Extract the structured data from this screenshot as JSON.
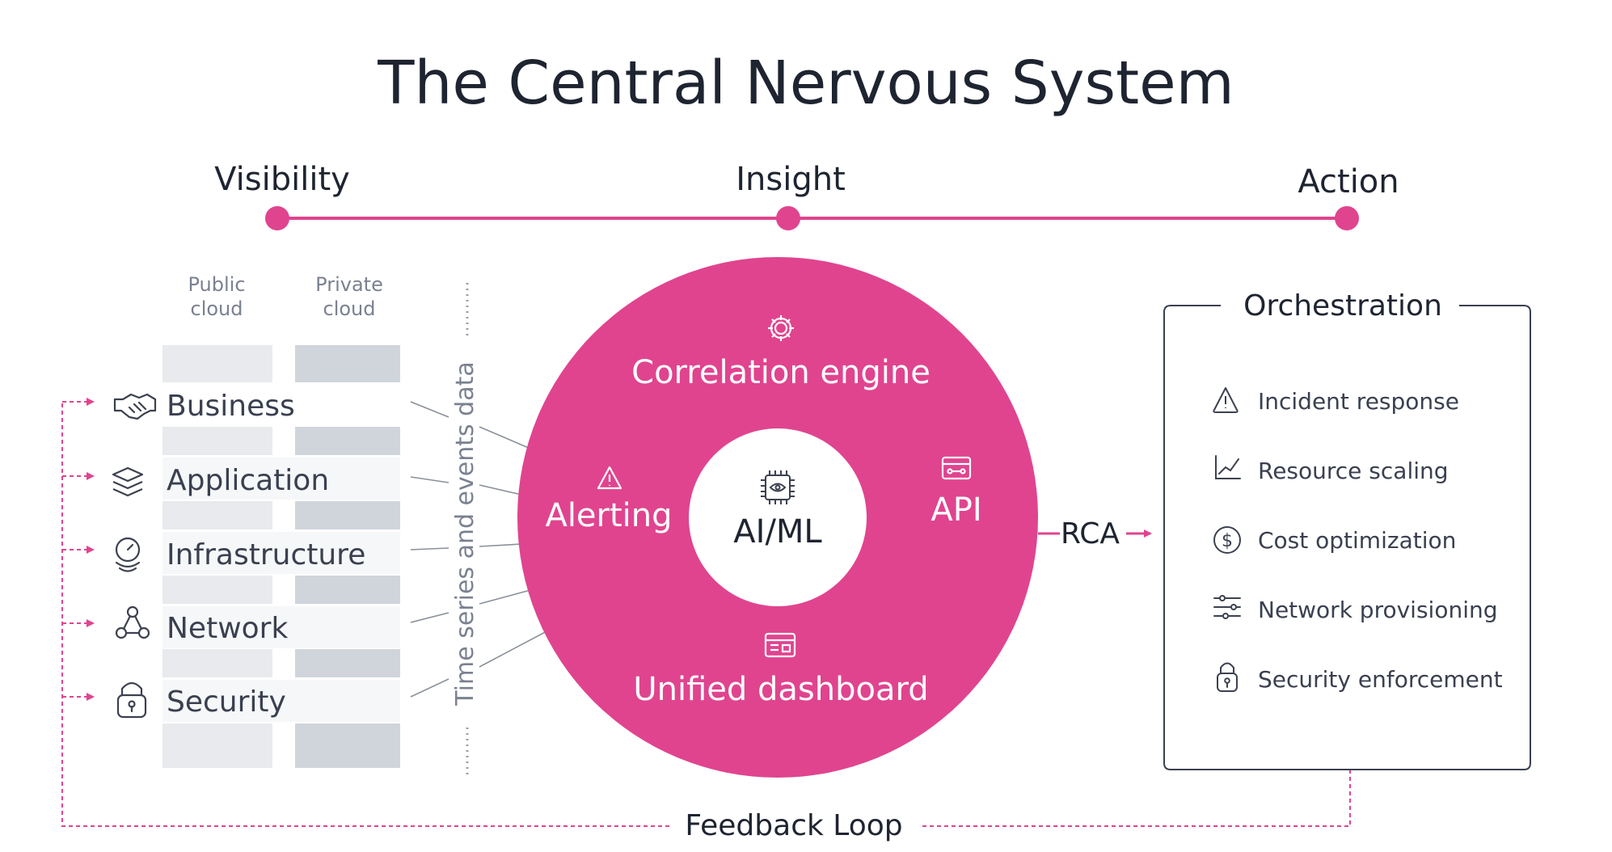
{
  "title": "The Central Nervous System",
  "stages": [
    "Visibility",
    "Insight",
    "Action"
  ],
  "cloud_headers": {
    "public": [
      "Public",
      "cloud"
    ],
    "private": [
      "Private",
      "cloud"
    ]
  },
  "layers": [
    "Business",
    "Application",
    "Infrastructure",
    "Network",
    "Security"
  ],
  "side_label": "Time series and events data",
  "circle": {
    "top": "Correlation engine",
    "left": "Alerting",
    "right": "API",
    "bottom": "Unified dashboard",
    "center": "AI/ML"
  },
  "rca_label": "RCA",
  "orchestration": {
    "title": "Orchestration",
    "items": [
      {
        "label": "Incident response",
        "icon": "warning-icon"
      },
      {
        "label": "Resource scaling",
        "icon": "chart-icon"
      },
      {
        "label": "Cost optimization",
        "icon": "dollar-icon"
      },
      {
        "label": "Network provisioning",
        "icon": "sliders-icon"
      },
      {
        "label": "Security enforcement",
        "icon": "lock-icon"
      }
    ]
  },
  "feedback_label": "Feedback Loop",
  "colors": {
    "accent": "#e0448f",
    "text": "#1e2430",
    "muted": "#7a8190",
    "light_bar": "#e8eaed",
    "dark_bar": "#d0d5dc",
    "icon": "#3c4150"
  }
}
